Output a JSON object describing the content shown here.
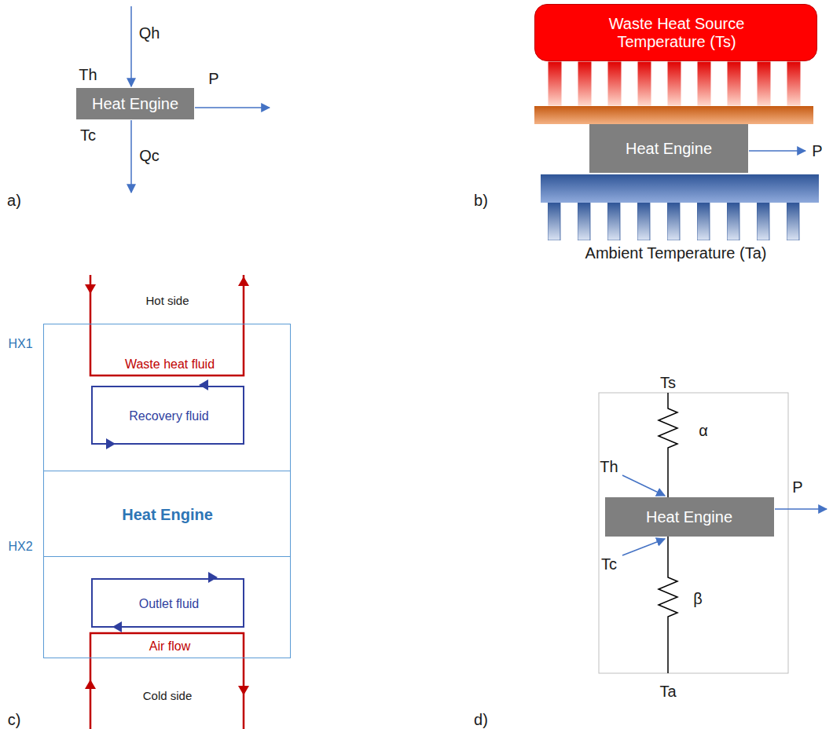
{
  "diagram": {
    "nodes": [
      {
        "text": [
          "Heat Engine"
        ]
      },
      {
        "text": [
          "Waste Heat Source Temperature (Ts)"
        ]
      },
      {
        "text": [
          "Heat Engine"
        ]
      },
      {
        "text": [
          "HX1",
          "Waste heat fluid"
        ]
      },
      {
        "text": [
          "Recovery fluid"
        ],
        "in": 3
      },
      {
        "text": [
          "Heat Engine"
        ]
      },
      {
        "text": [
          "HX2",
          "Air flow"
        ]
      },
      {
        "text": [
          "Outlet fluid"
        ],
        "in": 6
      },
      {
        "text": [
          "Heat Engine"
        ]
      }
    ],
    "labels": [
      "Qh",
      "Th",
      "P",
      "Tc",
      "Qc",
      "a)",
      "b)",
      "Ambient Temperature (Ta)",
      "P",
      "Hot side",
      "Cold side",
      "c)",
      "Ts",
      "α",
      "Th",
      "P",
      "Tc",
      "β",
      "Ta",
      "d)"
    ]
  }
}
